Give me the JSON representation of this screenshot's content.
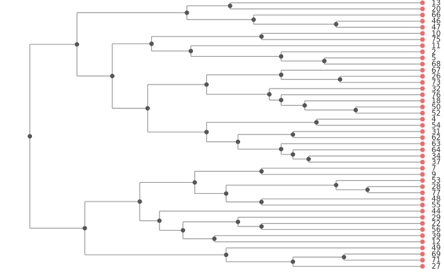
{
  "colors": {
    "branch": "#9a9a9a",
    "node": "#555555",
    "leaf": "#f26b6b",
    "label": "#333333"
  },
  "leaf_labels": [
    "13",
    "20",
    "66",
    "46",
    "47",
    "10",
    "75",
    "11",
    "2",
    "5",
    "68",
    "67",
    "26",
    "73",
    "32",
    "76",
    "18",
    "50",
    "52",
    "4",
    "54",
    "31",
    "62",
    "63",
    "64",
    "34",
    "37",
    "7",
    "9",
    "53",
    "28",
    "77",
    "48",
    "55",
    "44",
    "29",
    "22",
    "56",
    "39",
    "12",
    "49",
    "69",
    "71",
    "27"
  ],
  "tree": {
    "h": 0.0,
    "c": [
      {
        "h": 0.12,
        "c": [
          {
            "h": 0.4,
            "c": [
              {
                "h": 0.51,
                "c": [
                  {
                    "l": 0
                  },
                  {
                    "l": 1
                  }
                ]
              },
              {
                "h": 0.57,
                "c": [
                  {
                    "l": 2
                  },
                  {
                    "h": 0.78,
                    "c": [
                      {
                        "l": 3
                      },
                      {
                        "l": 4
                      }
                    ]
                  }
                ]
              }
            ]
          },
          {
            "h": 0.21,
            "c": [
              {
                "h": 0.31,
                "c": [
                  {
                    "h": 0.59,
                    "c": [
                      {
                        "l": 5
                      },
                      {
                        "l": 6
                      }
                    ]
                  },
                  {
                    "h": 0.41,
                    "c": [
                      {
                        "l": 7
                      },
                      {
                        "h": 0.64,
                        "c": [
                          {
                            "l": 8
                          },
                          {
                            "h": 0.75,
                            "c": [
                              {
                                "l": 9
                              },
                              {
                                "l": 10
                              }
                            ]
                          }
                        ]
                      }
                    ]
                  }
                ]
              },
              {
                "h": 0.3,
                "c": [
                  {
                    "h": 0.45,
                    "c": [
                      {
                        "h": 0.64,
                        "c": [
                          {
                            "l": 11
                          },
                          {
                            "h": 0.79,
                            "c": [
                              {
                                "l": 12
                              },
                              {
                                "l": 13
                              }
                            ]
                          }
                        ]
                      },
                      {
                        "h": 0.61,
                        "c": [
                          {
                            "l": 14
                          },
                          {
                            "h": 0.64,
                            "c": [
                              {
                                "l": 15
                              },
                              {
                                "h": 0.7,
                                "c": [
                                  {
                                    "l": 16
                                  },
                                  {
                                    "h": 0.83,
                                    "c": [
                                      {
                                        "l": 17
                                      },
                                      {
                                        "l": 18
                                      }
                                    ]
                                  }
                                ]
                              }
                            ]
                          }
                        ]
                      }
                    ]
                  },
                  {
                    "h": 0.45,
                    "c": [
                      {
                        "h": 0.73,
                        "c": [
                          {
                            "l": 19
                          },
                          {
                            "l": 20
                          }
                        ]
                      },
                      {
                        "h": 0.53,
                        "c": [
                          {
                            "h": 0.67,
                            "c": [
                              {
                                "l": 21
                              },
                              {
                                "l": 22
                              }
                            ]
                          },
                          {
                            "h": 0.64,
                            "c": [
                              {
                                "l": 23
                              },
                              {
                                "h": 0.67,
                                "c": [
                                  {
                                    "l": 24
                                  },
                                  {
                                    "h": 0.71,
                                    "c": [
                                      {
                                        "l": 25
                                      },
                                      {
                                        "l": 26
                                      }
                                    ]
                                  }
                                ]
                              }
                            ]
                          }
                        ]
                      }
                    ]
                  }
                ]
              }
            ]
          }
        ]
      },
      {
        "h": 0.14,
        "c": [
          {
            "h": 0.28,
            "c": [
              {
                "h": 0.42,
                "c": [
                  {
                    "h": 0.59,
                    "c": [
                      {
                        "l": 27
                      },
                      {
                        "l": 28
                      }
                    ]
                  },
                  {
                    "h": 0.5,
                    "c": [
                      {
                        "h": 0.78,
                        "c": [
                          {
                            "l": 29
                          },
                          {
                            "h": 0.86,
                            "c": [
                              {
                                "l": 30
                              },
                              {
                                "l": 31
                              }
                            ]
                          }
                        ]
                      },
                      {
                        "h": 0.59,
                        "c": [
                          {
                            "l": 32
                          },
                          {
                            "l": 33
                          }
                        ]
                      }
                    ]
                  }
                ]
              },
              {
                "h": 0.33,
                "c": [
                  {
                    "l": 34
                  },
                  {
                    "h": 0.39,
                    "c": [
                      {
                        "h": 0.53,
                        "c": [
                          {
                            "l": 35
                          },
                          {
                            "h": 0.59,
                            "c": [
                              {
                                "l": 36
                              },
                              {
                                "l": 37
                              }
                            ]
                          }
                        ]
                      },
                      {
                        "h": 0.47,
                        "c": [
                          {
                            "l": 38
                          },
                          {
                            "l": 39
                          }
                        ]
                      }
                    ]
                  }
                ]
              }
            ]
          },
          {
            "h": 0.5,
            "c": [
              {
                "l": 40
              },
              {
                "h": 0.67,
                "c": [
                  {
                    "h": 0.8,
                    "c": [
                      {
                        "l": 41
                      },
                      {
                        "l": 42
                      }
                    ]
                  },
                  {
                    "l": 43
                  }
                ]
              }
            ]
          }
        ]
      }
    ]
  }
}
